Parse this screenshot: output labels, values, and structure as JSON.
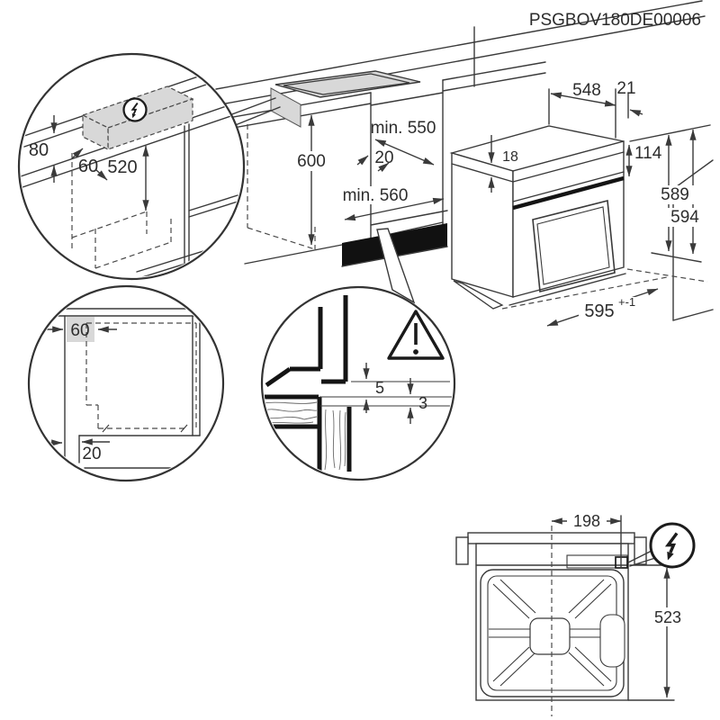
{
  "part_number": "PSGBOV180DE00006",
  "colors": {
    "line": "#3a3a3a",
    "shade": "#d8d8d8",
    "plinth_black": "#111111",
    "background": "#ffffff"
  },
  "niche": {
    "height": "600",
    "depth_min": "min. 550",
    "front_gap": "20",
    "width_min": "min. 560"
  },
  "oven": {
    "depth": "548",
    "rear_gap": "21",
    "top_thickness": "18",
    "panel_height": "114",
    "body_height": "589",
    "total_height": "594",
    "width": "595",
    "width_tol": "+-1"
  },
  "detail_connection": {
    "worktop_height": "80",
    "cable_offset": "60",
    "depth_clearance": "520"
  },
  "detail_side": {
    "side_clearance": "60",
    "plinth_recess": "20"
  },
  "detail_gaps": {
    "top_gap": "5",
    "bottom_gap": "3"
  },
  "detail_back": {
    "connection_offset": "198",
    "connection_height": "523"
  },
  "icons": {
    "electrical": "lightning-bolt-icon",
    "caution": "warning-triangle-icon"
  }
}
